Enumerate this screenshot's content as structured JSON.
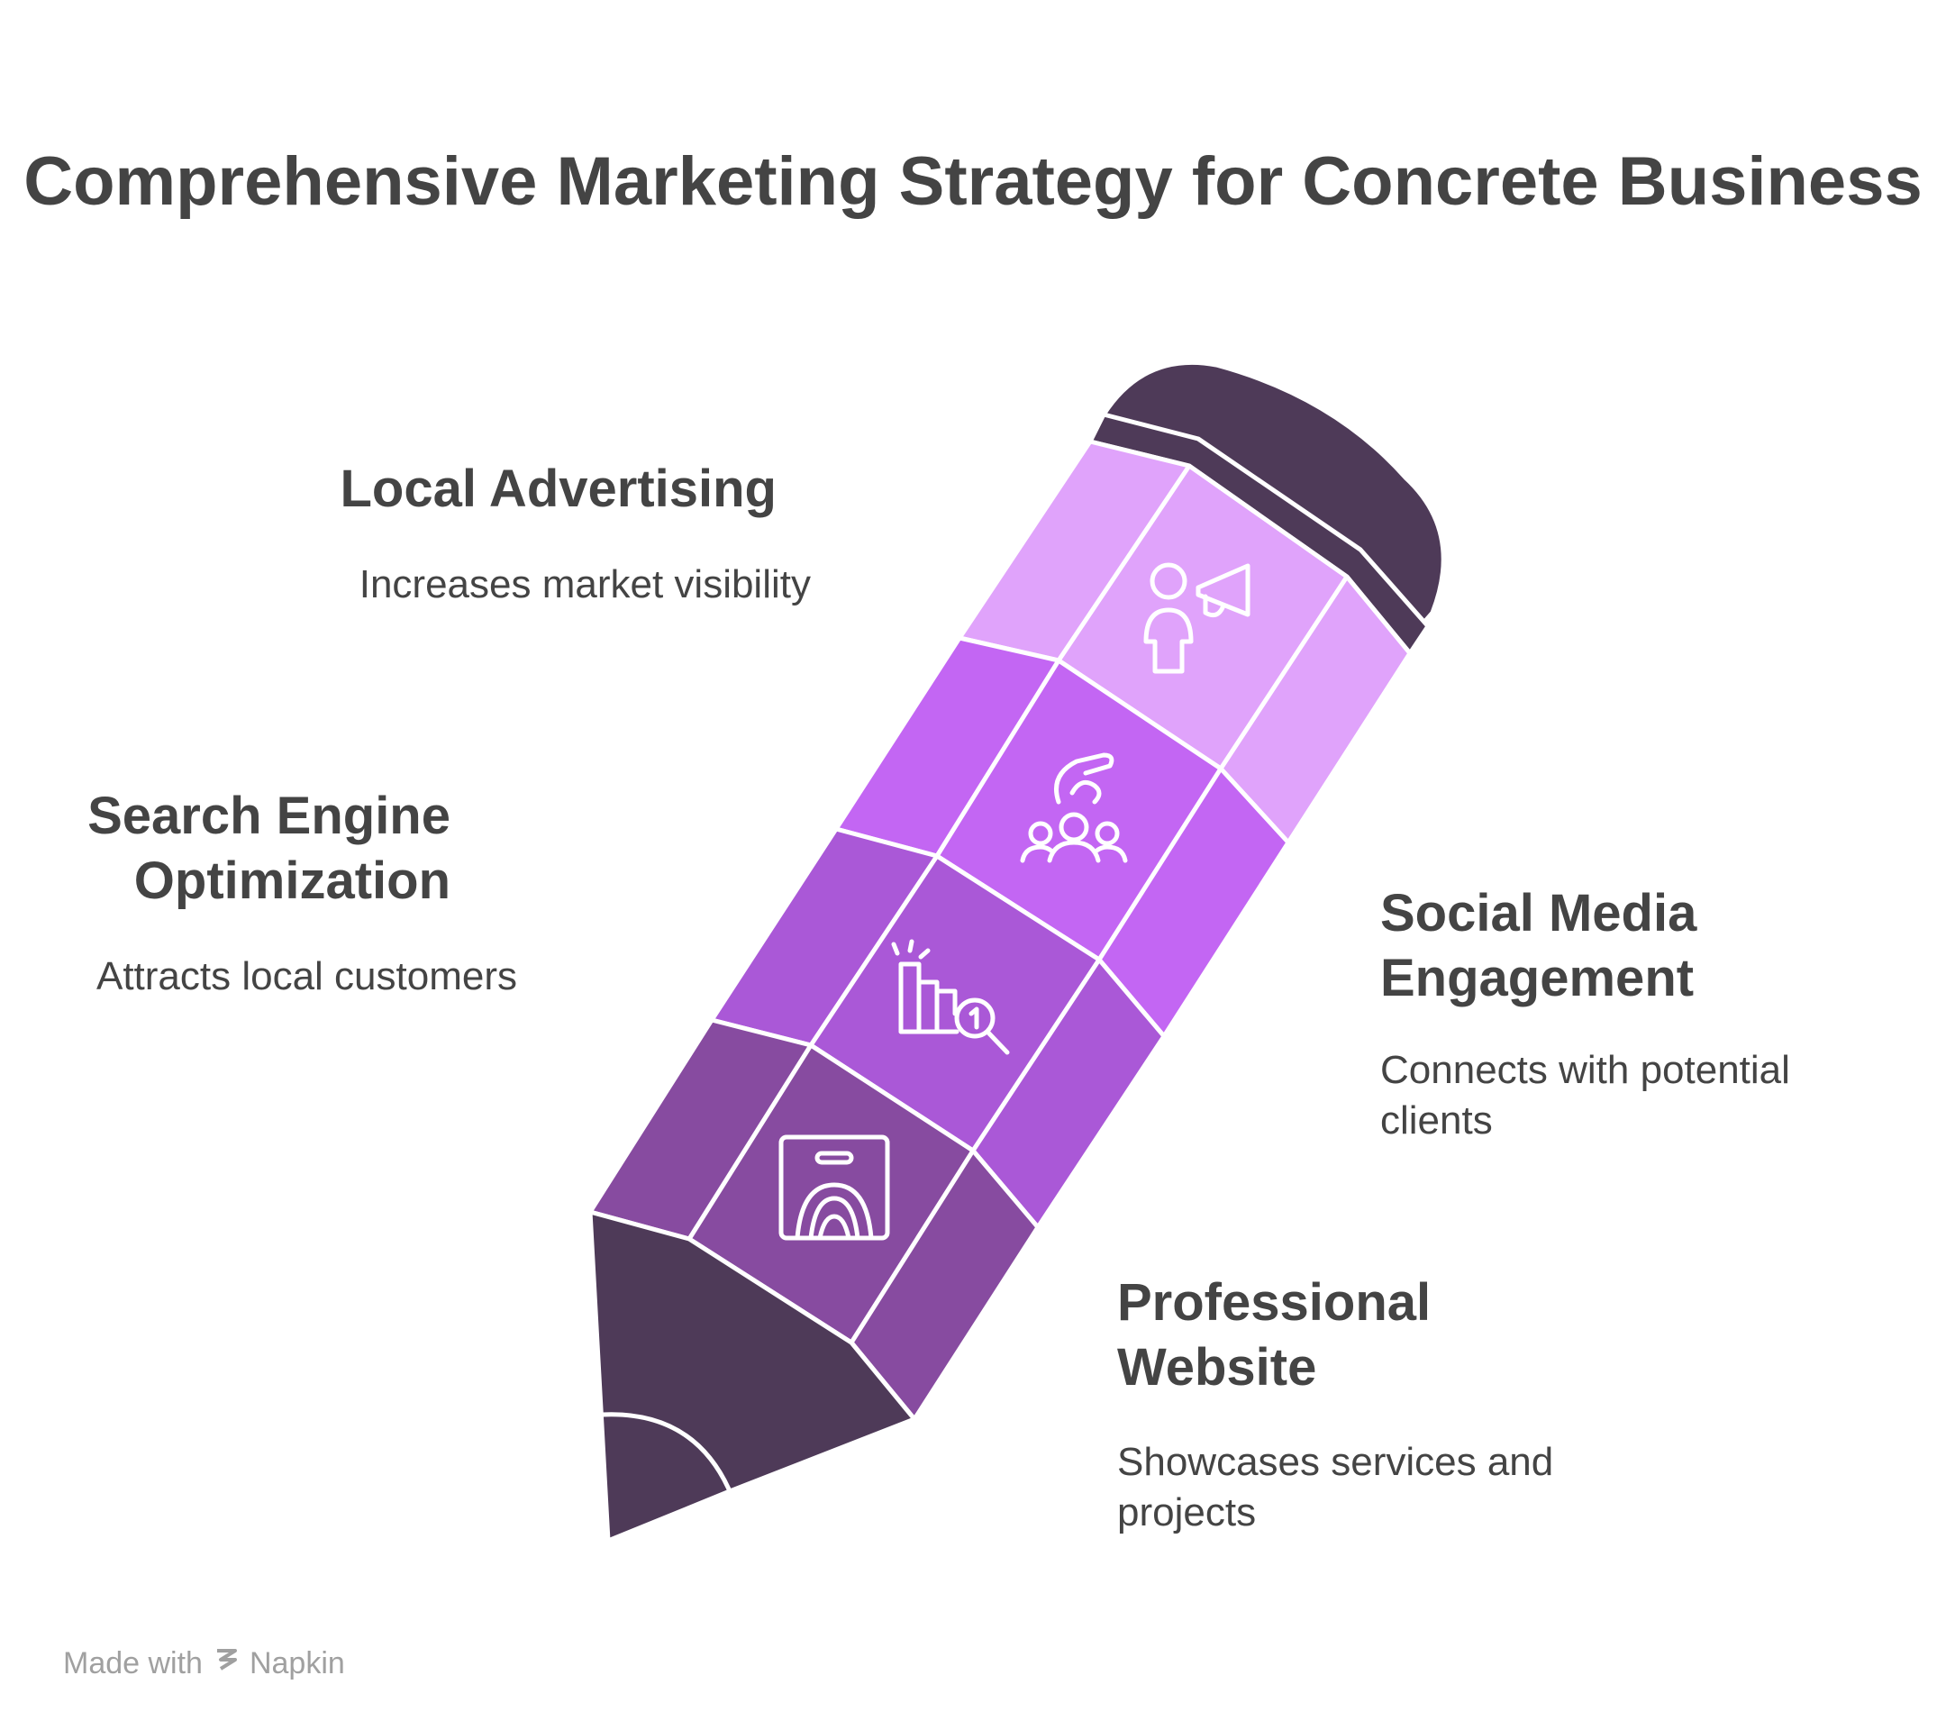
{
  "title": "Comprehensive Marketing Strategy for Concrete Business",
  "items": [
    {
      "heading": "Local Advertising",
      "description": "Increases market visibility",
      "icon": "megaphone-person-icon",
      "color": "#e0a3fb"
    },
    {
      "heading": "Search Engine Optimization",
      "description": "Attracts local customers",
      "icon": "seo-ranking-icon",
      "color": "#aa58d7"
    },
    {
      "heading": "Social Media Engagement",
      "description": "Connects with potential clients",
      "icon": "community-hand-icon",
      "color": "#c366f3"
    },
    {
      "heading": "Professional Website",
      "description": "Showcases services and projects",
      "icon": "website-gauge-icon",
      "color": "#874ba0"
    }
  ],
  "pencil": {
    "tip_color": "#4e3a58",
    "cap_color": "#4e3a58"
  },
  "footer": {
    "made_with": "Made with",
    "brand": "Napkin"
  }
}
